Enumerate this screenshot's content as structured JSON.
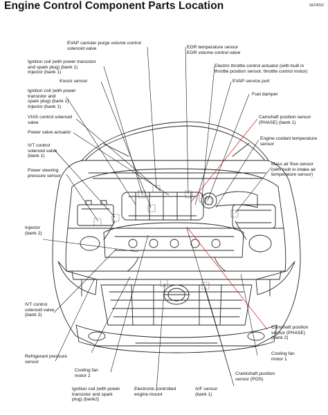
{
  "title": "Engine Control Component Parts Location",
  "figure_code": "SEF809Z",
  "labels": {
    "evap_canister": "EVAP canister purge volume control\nsolenoid valve",
    "ignition_coil_top": "Ignition coil (with power transistor\nand spark plug) (bank 1)\nInjector (bank 1)",
    "knock_sensor": "Knock sensor",
    "ignition_coil_mid": "Ignition coil (with power\ntransistor and\nspark plug) (bank 1)\nInjector (bank 1)",
    "vias": "VIAS control solenoid\nvalve",
    "power_valve": "Power valve actuator",
    "ivt_bank1": "IVT control\nsolenoid valve\n(bank 1)",
    "power_steering": "Power steering\npressure sensor",
    "injector_bank2": "Injector\n(bank 2)",
    "ivt_bank2": "IVT control\nsolenoid valve\n(bank 2)",
    "refrigerant": "Refrigerant pressure\nsensor",
    "cooling_fan2": "Cooling fan\nmotor 2",
    "ignition_coil_bottom": "Ignition coil (with power\ntransistor and spark\nplug) (bank2)",
    "engine_mount": "Electronic controlled\nengine mount",
    "af_sensor": "A/F sensor\n(bank 1)",
    "egr_temp": "EGR temperature sensor\nEGR volume control valve",
    "throttle": "Electric throttle control actuator (with built in\nthrottle position sensor, throttle control motor)",
    "evap_port": "EVAP service port",
    "fuel_damper": "Fuel damper",
    "cam_bank1": "Camshaft position sensor\n(PHASE) (bank 1)",
    "coolant_temp": "Engine coolant temperature\nsensor",
    "maf": "Mass air flow sensor\n(with built in intake air\ntemperature sensor)",
    "cam_bank2": "Camshaft position\nsensor (PHASE)\n(bank 2)",
    "cooling_fan1": "Cooling fan\nmotor 1",
    "crank": "Crankshaft position\nsensor (POS)"
  },
  "colors": {
    "ink": "#111111",
    "highlight": "#d01818"
  }
}
